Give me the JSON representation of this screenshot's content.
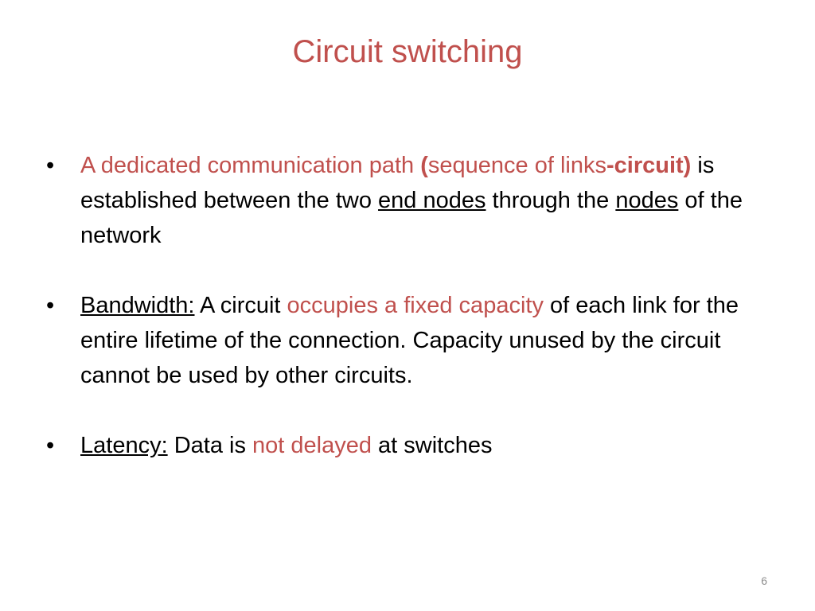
{
  "slide": {
    "title": "Circuit switching",
    "page_number": "6",
    "bullet_symbol": "•",
    "colors": {
      "accent": "#c0504d",
      "text": "#000000",
      "page_number": "#8c8c8c"
    },
    "bullets": [
      {
        "p1": "A dedicated communication path ",
        "p2": "(",
        "p3": "sequence of links",
        "p4": "-",
        "p5": "circuit)",
        "p6": " is established between the two ",
        "p7": "end nodes",
        "p8": " through the ",
        "p9": "nodes",
        "p10": " of the network"
      },
      {
        "p1": "Bandwidth:",
        "p2": " A circuit ",
        "p3": "occupies a fixed capacity",
        "p4": " of each link for the entire lifetime of the connection. Capacity unused by the circuit cannot be used by other circuits."
      },
      {
        "p1": "Latency:",
        "p2": " Data is ",
        "p3": "not delayed",
        "p4": " at switches"
      }
    ]
  }
}
